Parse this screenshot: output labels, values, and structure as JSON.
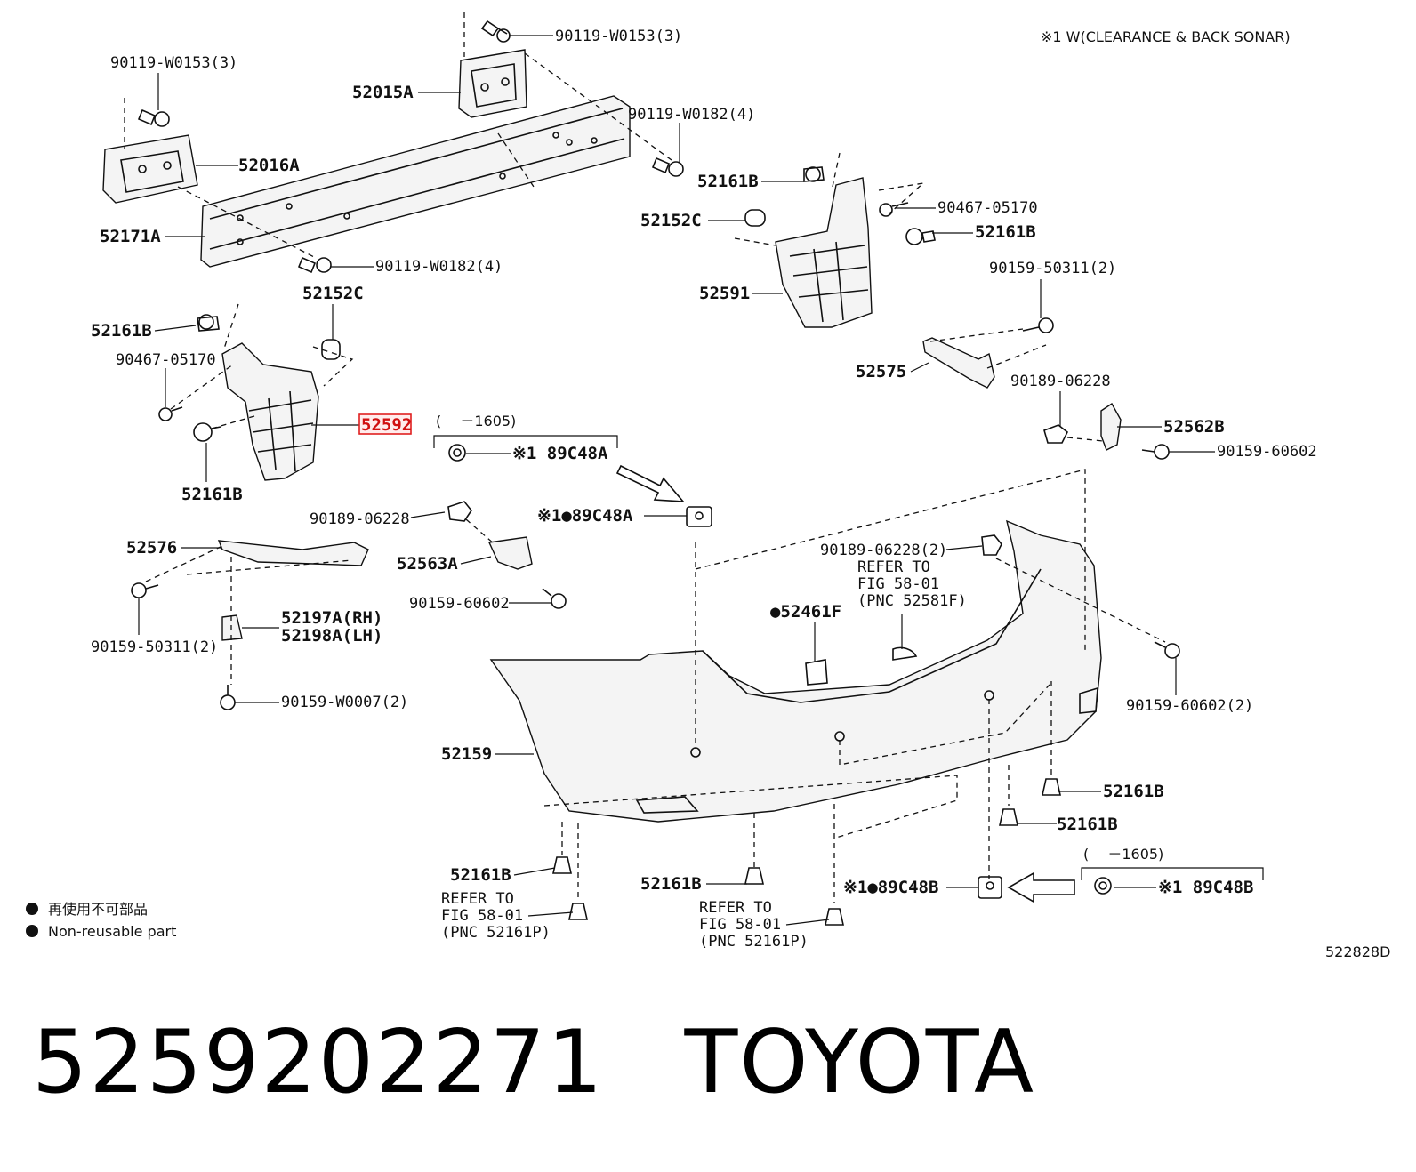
{
  "diagram": {
    "note_top_right": "※1 W(CLEARANCE & BACK SONAR)",
    "diagram_code": "522828D",
    "highlight_color": "#e02020",
    "labels": {
      "p90119_w0153_top": "90119-W0153(3)",
      "p90119_w0153_left": "90119-W0153(3)",
      "p52015a": "52015A",
      "p90119_w0182_right": "90119-W0182(4)",
      "p52016a": "52016A",
      "p52171a": "52171A",
      "p90119_w0182_mid": "90119-W0182(4)",
      "p52161b_r1": "52161B",
      "p52152c_r": "52152C",
      "p90467_05170_r": "90467-05170",
      "p52161b_r2": "52161B",
      "p52591": "52591",
      "p52152c_l": "52152C",
      "p52161b_l1": "52161B",
      "p90467_05170_l": "90467-05170",
      "p52592": "52592",
      "p52161b_l2": "52161B",
      "p90159_50311_r": "90159-50311(2)",
      "p52575": "52575",
      "p90189_06228_r": "90189-06228",
      "p52562b": "52562B",
      "p90159_60602_r": "90159-60602",
      "bracket_top": "(　 －1605)",
      "p89c48a_box": "※1 89C48A",
      "p89c48a_clip": "※1●89C48A",
      "p90189_06228_l": "90189-06228",
      "p52576": "52576",
      "p52563a": "52563A",
      "p90159_50311_l": "90159-50311(2)",
      "p90159_60602_l": "90159-60602",
      "p52197a": "52197A(RH)",
      "p52198a": "52198A(LH)",
      "p90159_w0007": "90159-W0007(2)",
      "p90189_06228_2": "90189-06228(2)",
      "refer_1a": "REFER TO",
      "refer_1b": "FIG 58-01",
      "refer_1c": "(PNC 52581F)",
      "p52461f": "●52461F",
      "p90159_60602_2": "90159-60602(2)",
      "p52159": "52159",
      "p52161b_b1": "52161B",
      "p52161b_b2": "52161B",
      "p52161b_b3": "52161B",
      "refer_2a": "REFER TO",
      "refer_2b": "FIG 58-01",
      "refer_2c": "(PNC 52161P)",
      "p52161b_b4": "52161B",
      "refer_3a": "REFER TO",
      "refer_3b": "FIG 58-01",
      "refer_3c": "(PNC 52161P)",
      "p89c48b_clip": "※1●89C48B",
      "bracket_bottom": "(　 －1605)",
      "p89c48b_box": "※1 89C48B"
    },
    "legend": {
      "jp": "再使用不可部品",
      "en": "Non-reusable part"
    }
  },
  "caption": {
    "part_number": "5259202271",
    "brand": "TOYOTA"
  }
}
